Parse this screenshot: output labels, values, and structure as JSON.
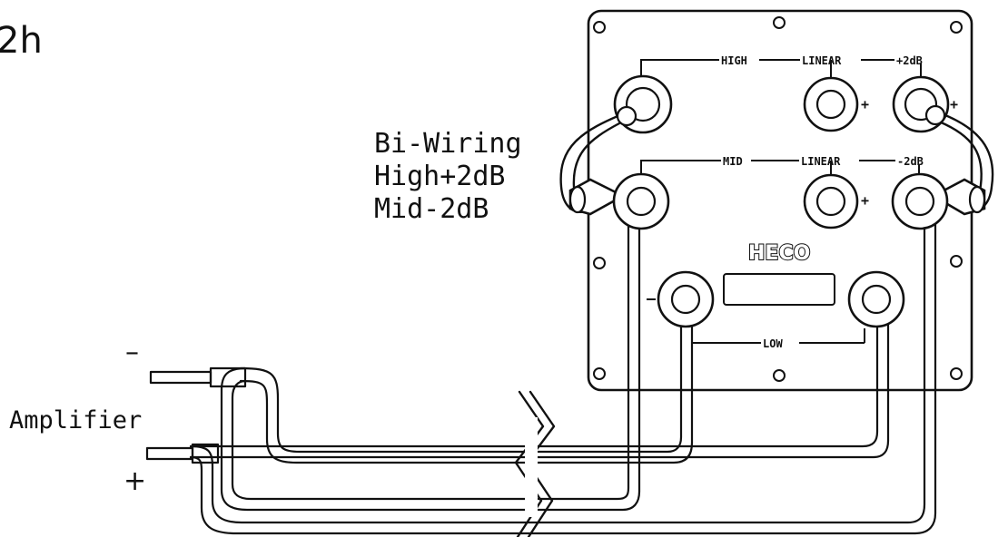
{
  "page_fragment": "2h",
  "caption": {
    "line1": "Bi-Wiring",
    "line2": "High+2dB",
    "line3": "Mid-2dB"
  },
  "amplifier": {
    "label": "Amplifier",
    "minus": "–",
    "plus": "+"
  },
  "panel": {
    "brand": "HECO",
    "high_row": {
      "label": "HIGH",
      "linear": "LINEAR",
      "boost": "+2dB"
    },
    "mid_row": {
      "label": "MID",
      "linear": "LINEAR",
      "cut": "-2dB"
    },
    "low_row": {
      "label": "LOW"
    },
    "plus_marks": [
      "+",
      "+",
      "+",
      "+"
    ]
  }
}
